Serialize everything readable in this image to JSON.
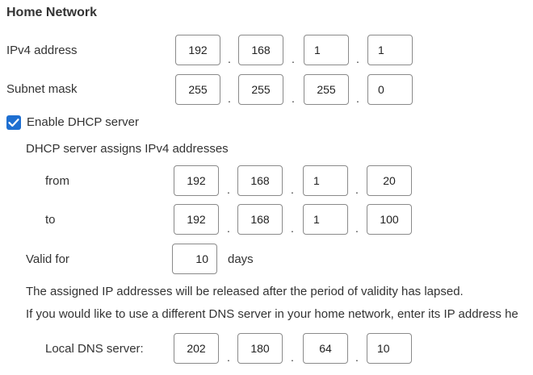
{
  "section": {
    "title": "Home Network"
  },
  "ipv4": {
    "label": "IPv4 address",
    "octets": [
      "192",
      "168",
      "1",
      "1"
    ]
  },
  "subnet": {
    "label": "Subnet mask",
    "octets": [
      "255",
      "255",
      "255",
      "0"
    ]
  },
  "dhcp": {
    "enable_label": "Enable DHCP server",
    "enabled": true,
    "assigns_label": "DHCP server assigns IPv4 addresses",
    "from_label": "from",
    "from_octets": [
      "192",
      "168",
      "1",
      "20"
    ],
    "to_label": "to",
    "to_octets": [
      "192",
      "168",
      "1",
      "100"
    ],
    "valid_label": "Valid for",
    "valid_value": "10",
    "valid_unit": "days",
    "release_note": "The assigned IP addresses will be released after the period of validity has lapsed.",
    "dns_note": "If you would like to use a different DNS server in your home network, enter its IP address he",
    "dns_label": "Local DNS server:",
    "dns_octets": [
      "202",
      "180",
      "64",
      "10"
    ]
  },
  "colors": {
    "checkbox": "#1e6fd1",
    "border": "#8a8a8a",
    "text": "#333333"
  }
}
